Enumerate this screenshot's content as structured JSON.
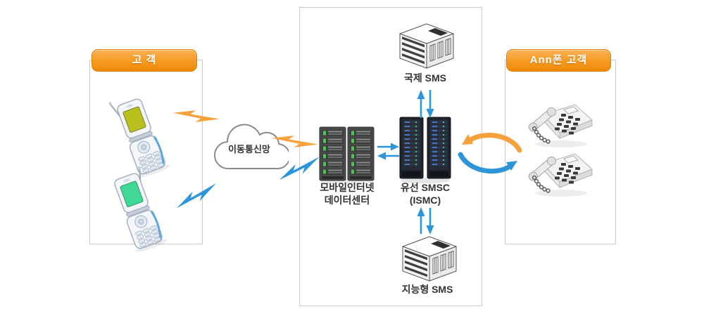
{
  "panels": {
    "customer": {
      "title": "고 객"
    },
    "annphone": {
      "title": "Ann폰 고객"
    }
  },
  "cloud": {
    "label": "이동통신망"
  },
  "nodes": {
    "international_sms": {
      "label": "국제 SMS"
    },
    "intelligent_sms": {
      "label": "지능형 SMS"
    },
    "mobile_datacenter": {
      "label_line1": "모바일인터넷",
      "label_line2": "데이터센터"
    },
    "wired_smsc": {
      "label_line1": "유선 SMSC",
      "label_line2": "(ISMC)"
    }
  },
  "icons": {
    "flip_phone": "flip-phone-icon",
    "desk_phone": "desk-phone-icon",
    "cloud": "cloud-icon",
    "server_rack_datacenter": "server-rack-icon",
    "server_rack_smsc": "server-rack-icon",
    "building": "building-icon",
    "lightning": "lightning-bolt-icon",
    "exchange": "exchange-arrows-icon"
  },
  "colors": {
    "orange_accent": "#F6A13B",
    "blue_accent": "#2E96D8",
    "badge_gradient_top": "#FBB156",
    "badge_gradient_bottom": "#EF8906",
    "badge_border": "#E07F06",
    "panel_border": "#CBCBCB",
    "label_text": "#333333",
    "phone_screen_yellow": "#B9BF1C",
    "phone_screen_green": "#3FD894",
    "rack_led_green": "#4EC457",
    "rack_led_blue": "#4F82E8"
  }
}
